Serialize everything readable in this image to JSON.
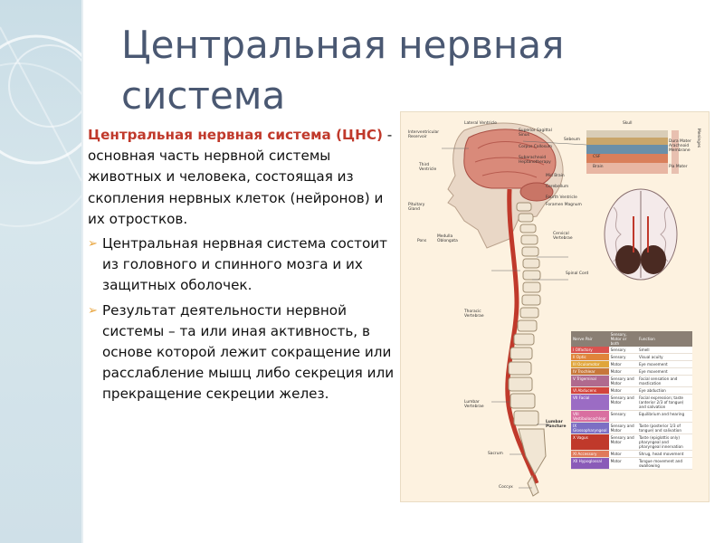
{
  "slide": {
    "title_line1": "Центральная нервная",
    "title_line2": "система",
    "intro_red": "Центральная нервная система (ЦНС)",
    "intro_rest": " - основная часть нервной системы животных и человека, состоящая из скопления нервных клеток (нейронов) и их отростков.",
    "bullets": [
      "Центральная нервная система состоит из головного и спинного мозга и их защитных оболочек.",
      "Результат деятельности нервной системы – та или иная активность, в основе которой лежит сокращение или расслабление мышц либо секреция или прекращение секреции желез."
    ],
    "bullet_icon": "arrow-bullet-icon"
  },
  "figure": {
    "labels": {
      "lateral_ventricle": "Lateral Ventricle",
      "interventricular": "Interventricular Reservoir",
      "superior_sagittal": "Superior Sagittal Sinus",
      "corpus_callosum": "Corpus Callosum",
      "subarachnoid": "Subarachnoid Heptanotherapy",
      "third_ventricle": "Third Ventricle",
      "mid_brain": "Mid Brain",
      "cerebellum": "Cerebellum",
      "fourth_ventricle": "Fourth Ventricle",
      "foramen_magnum": "Foramen Magnum",
      "pituitary": "Pituitary Gland",
      "pons": "Pons",
      "medulla": "Medulla Oblongata",
      "cervical": "Cervical Vertebrae",
      "spinal_cord": "Spinal Cord",
      "thoracic": "Thoracic Vertebrae",
      "lumbar": "Lumbar Vertebrae",
      "lumbar_puncture": "Lumbar Puncture",
      "sacrum": "Sacrum",
      "coccyx": "Coccyx",
      "skull": "Skull",
      "sebeum": "Sebeum",
      "dura": "Dura Mater Arachnoid Membrane",
      "pia": "Pia Mater",
      "csf": "CSF",
      "brain": "Brain",
      "meninges": "Meninges"
    },
    "table": {
      "headers": [
        "Nerve Pair",
        "Sensory, Motor or both",
        "Function"
      ],
      "rows": [
        {
          "pair": "I Olfactory",
          "type": "Sensory",
          "fn": "Smell",
          "color": "#d9534f"
        },
        {
          "pair": "II Optic",
          "type": "Sensory",
          "fn": "Visual acuity",
          "color": "#e0843a"
        },
        {
          "pair": "III Oculomotor",
          "type": "Motor",
          "fn": "Eye movement",
          "color": "#e0a53a"
        },
        {
          "pair": "IV Trochlear",
          "type": "Motor",
          "fn": "Eye movement",
          "color": "#c7773a"
        },
        {
          "pair": "V Trigeminal",
          "type": "Sensory and Motor",
          "fn": "Facial sensation and mastication",
          "color": "#b06a8e"
        },
        {
          "pair": "VI Abducens",
          "type": "Motor",
          "fn": "Eye abduction",
          "color": "#d3443d"
        },
        {
          "pair": "VII Facial",
          "type": "Sensory and Motor",
          "fn": "Facial expression; taste (anterior 2/3 of tongue) and salivation",
          "color": "#9b6cc4"
        },
        {
          "pair": "VIII Vestibulocochlear",
          "type": "Sensory",
          "fn": "Equilibrium and hearing",
          "color": "#d96fa0"
        },
        {
          "pair": "IX Glossopharyngeal",
          "type": "Sensory and Motor",
          "fn": "Taste (posterior 1/3 of tongue) and salivation",
          "color": "#7c6fc4"
        },
        {
          "pair": "X Vagus",
          "type": "Sensory and Motor",
          "fn": "Taste (epiglottis only) pharyngeal and pharyngeal innervation",
          "color": "#c0392b"
        },
        {
          "pair": "XI Accessory",
          "type": "Motor",
          "fn": "Shrug, head movement",
          "color": "#e07a5a"
        },
        {
          "pair": "XII Hypoglossal",
          "type": "Motor",
          "fn": "Tongue movement and swallowing",
          "color": "#8a5bb8"
        }
      ]
    }
  }
}
